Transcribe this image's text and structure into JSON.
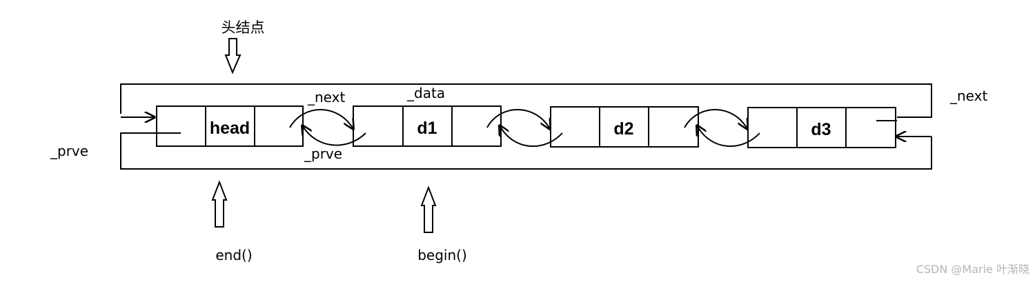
{
  "diagram": {
    "head_label": "头结点",
    "nodes": [
      "head",
      "d1",
      "d2",
      "d3"
    ],
    "label_next_top": "_next",
    "label_data": "_data",
    "label_prve_mid": "_prve",
    "label_next_right": "_next",
    "label_prve_left": "_prve",
    "end_label": "end()",
    "begin_label": "begin()"
  },
  "watermark": "CSDN @Marie 叶渐晓"
}
